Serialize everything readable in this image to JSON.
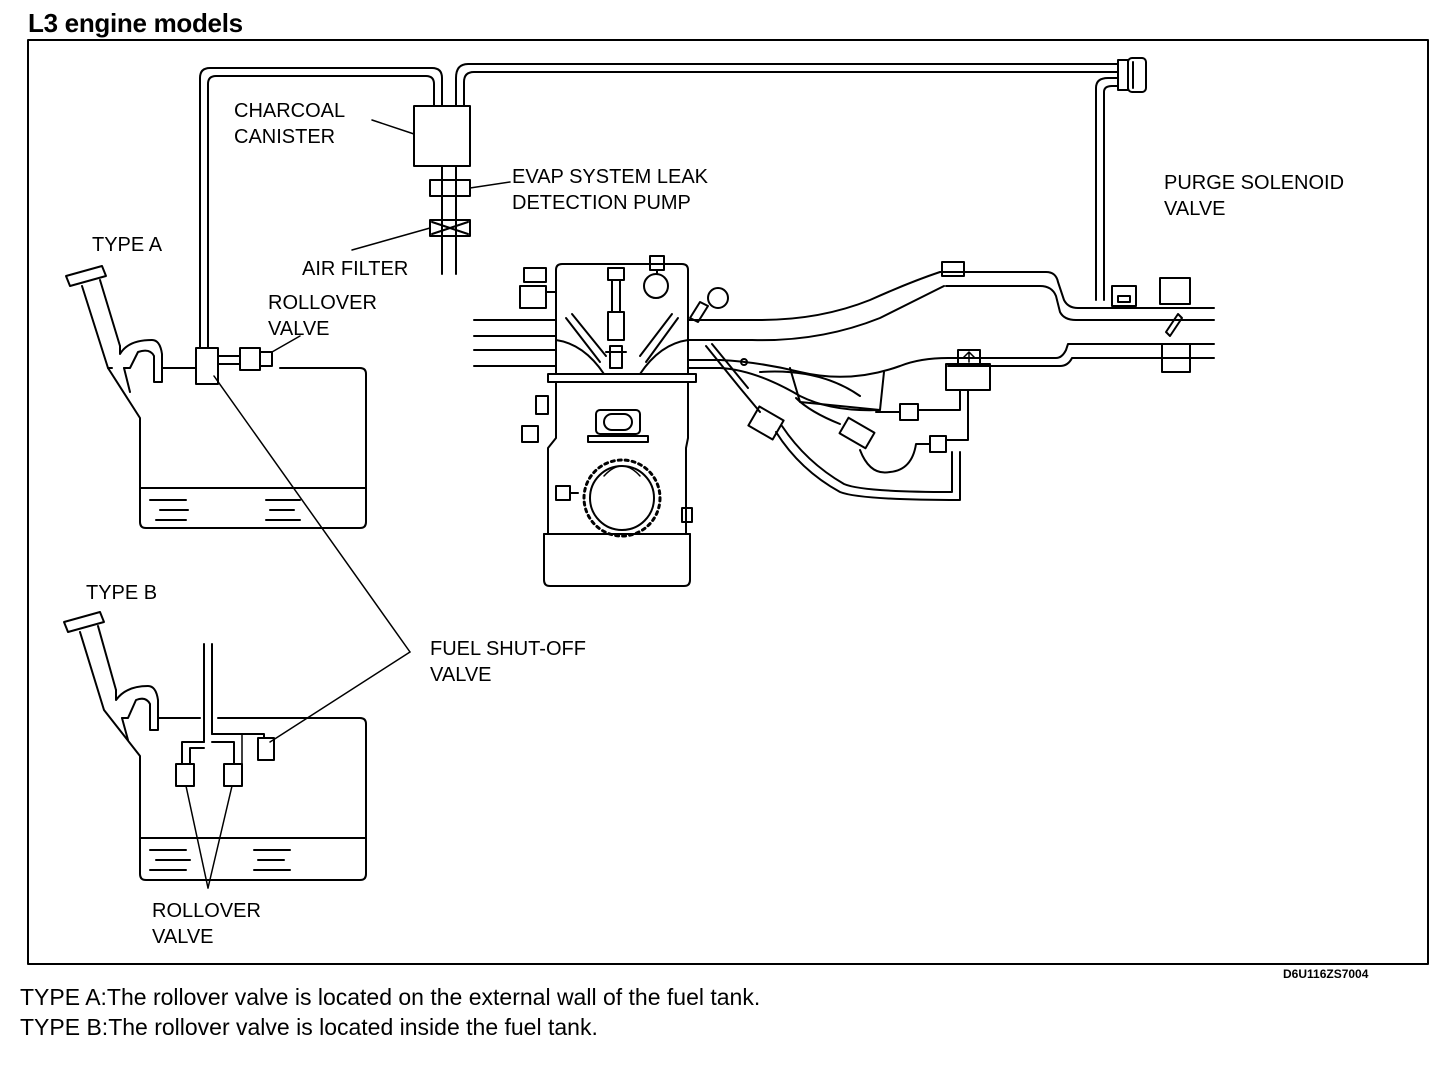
{
  "title": "L3 engine models",
  "labels": {
    "charcoal_canister": "CHARCOAL\nCANISTER",
    "evap_pump": "EVAP SYSTEM LEAK\nDETECTION PUMP",
    "air_filter": "AIR FILTER",
    "purge_valve": "PURGE SOLENOID\nVALVE",
    "type_a": "TYPE A",
    "rollover_a": "ROLLOVER\nVALVE",
    "type_b": "TYPE B",
    "fuel_shutoff": "FUEL SHUT-OFF\nVALVE",
    "rollover_b": "ROLLOVER\nVALVE"
  },
  "figure_code": "D6U116ZS7004",
  "notes": [
    "TYPE A:The rollover valve is located on the external wall of the fuel tank.",
    "TYPE B:The rollover valve is located inside the fuel tank."
  ]
}
